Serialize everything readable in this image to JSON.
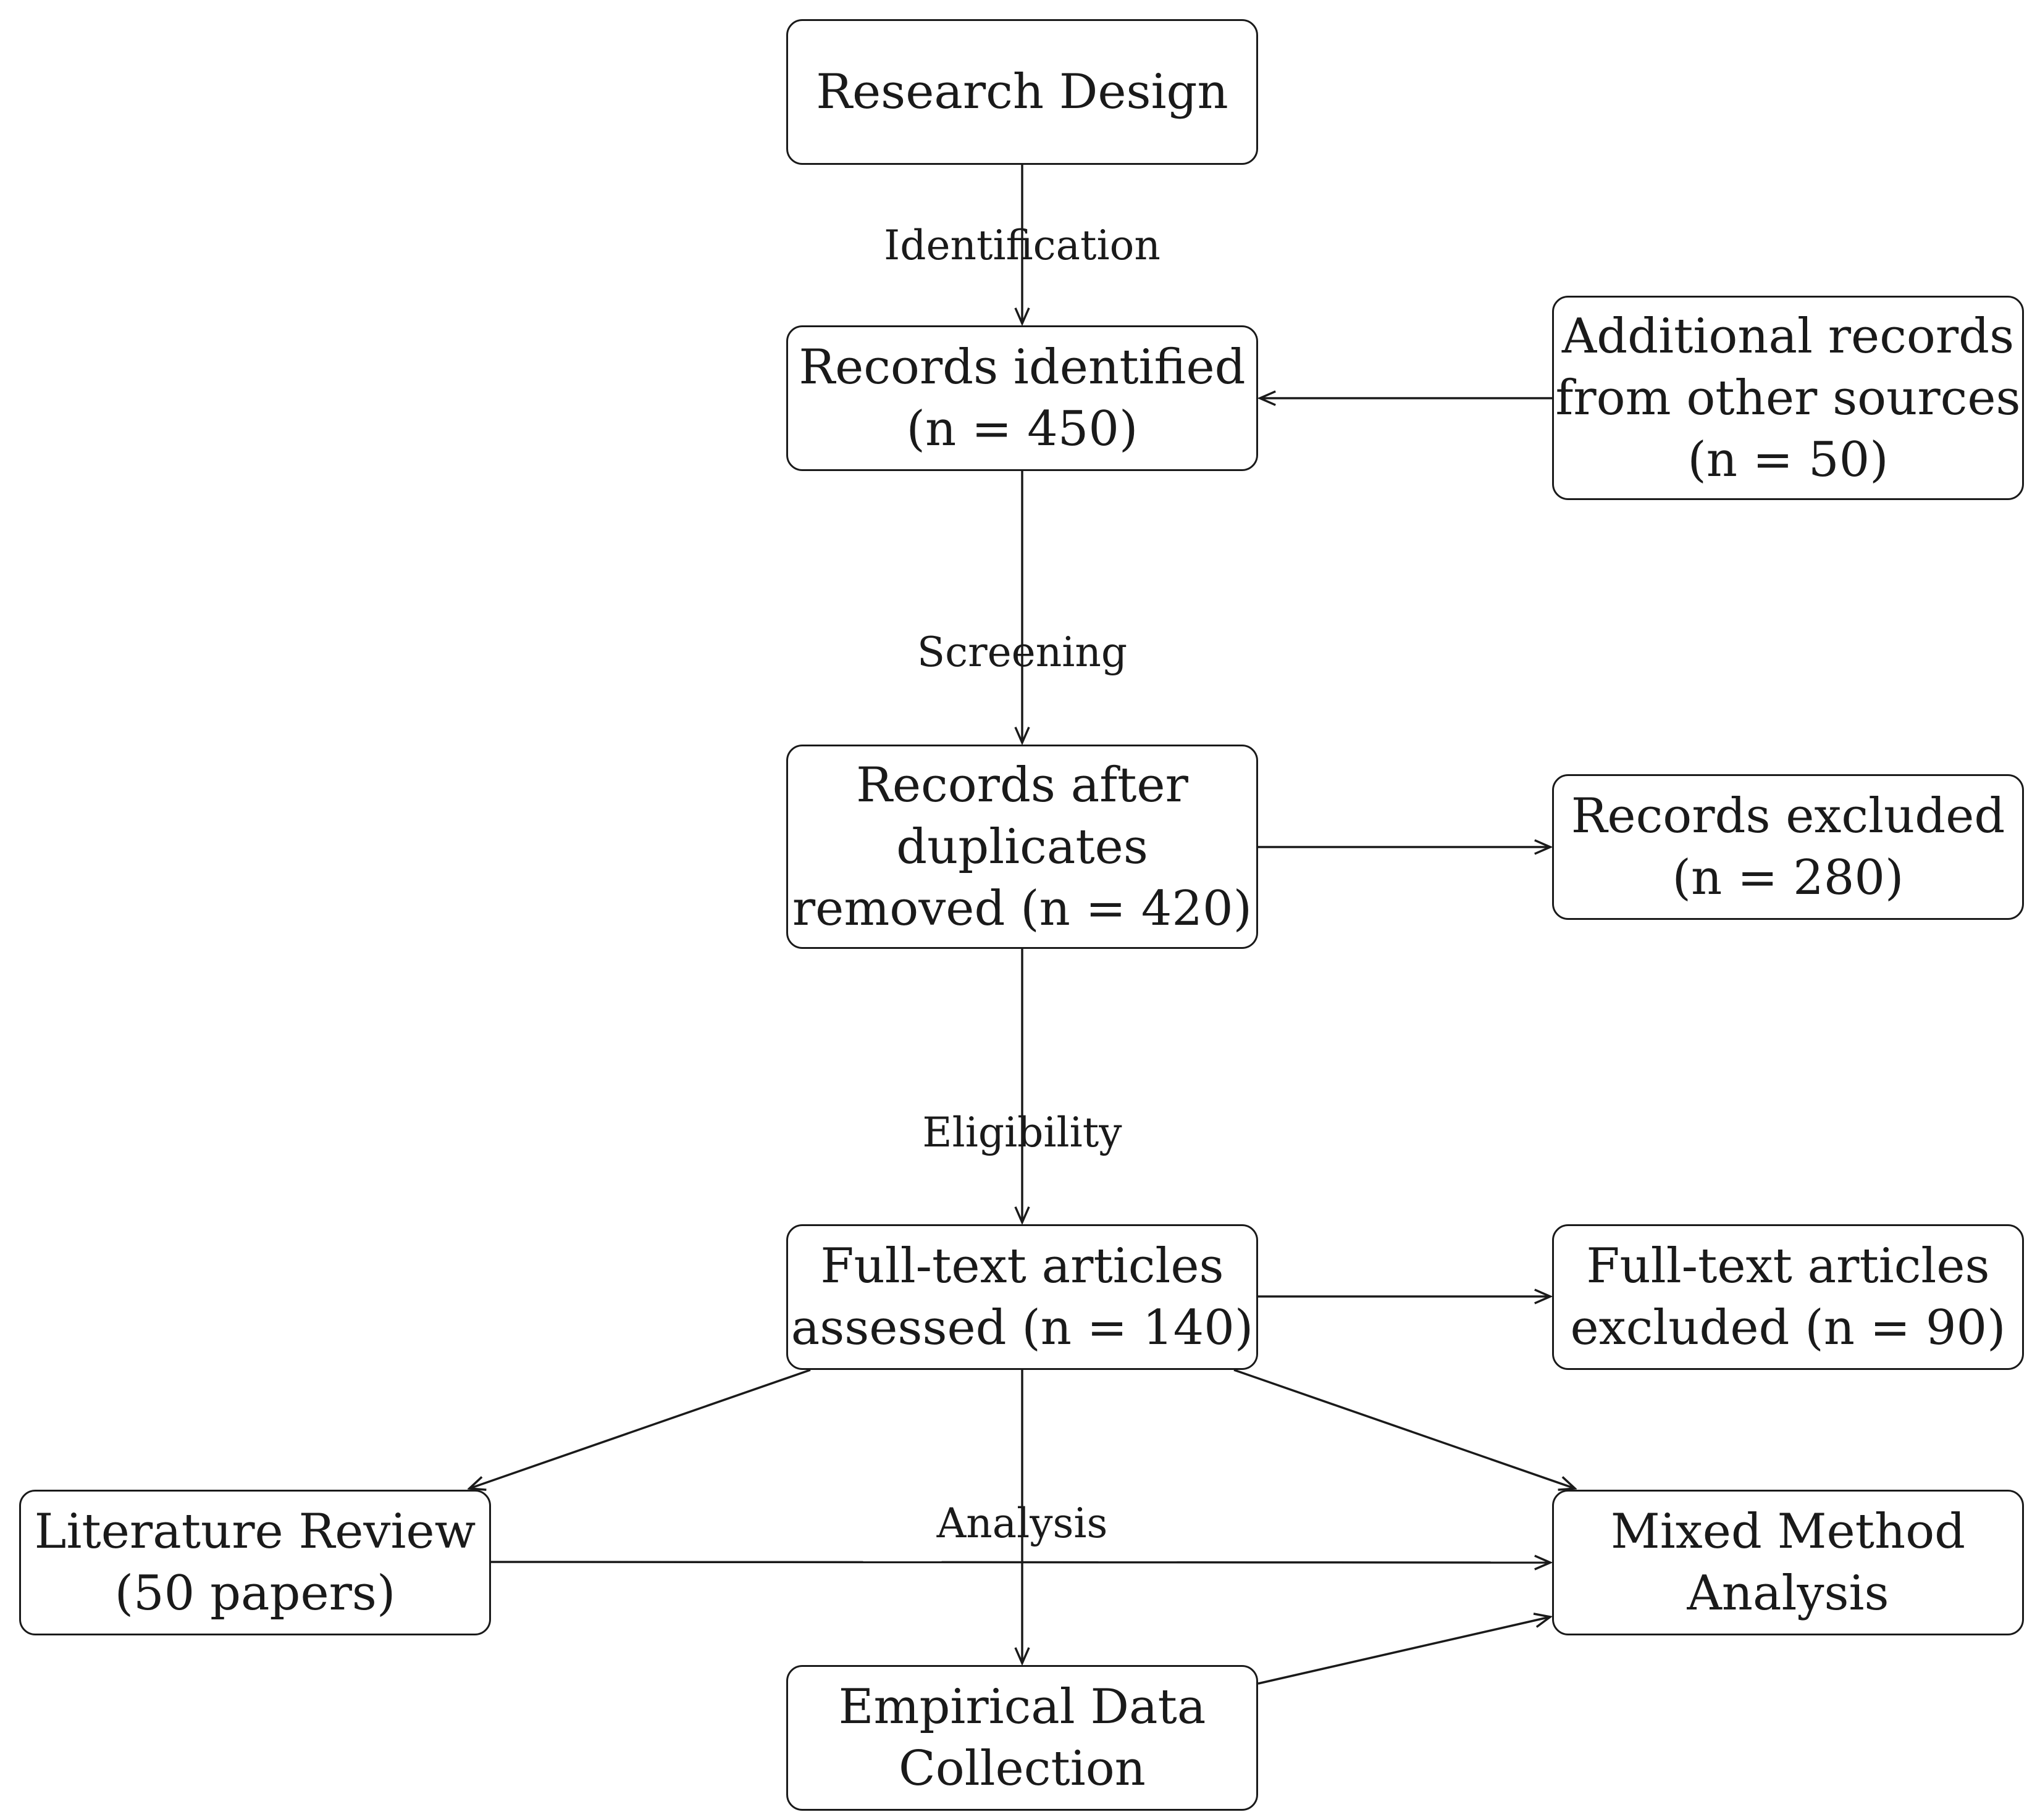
{
  "nodes": {
    "research_design": "Research Design",
    "records_identified": "Records identified\n(n = 450)",
    "additional_records": "Additional records\nfrom other sources\n(n = 50)",
    "records_after_duplicates": "Records after\nduplicates\nremoved (n = 420)",
    "records_excluded": "Records excluded\n(n = 280)",
    "full_text_assessed": "Full-text articles\nassessed (n = 140)",
    "full_text_excluded": "Full-text articles\nexcluded (n = 90)",
    "literature_review": "Literature Review\n(50 papers)",
    "mixed_method": "Mixed Method\nAnalysis",
    "empirical_data": "Empirical Data\nCollection"
  },
  "edge_labels": {
    "identification": "Identification",
    "screening": "Screening",
    "eligibility": "Eligibility",
    "analysis": "Analysis"
  }
}
